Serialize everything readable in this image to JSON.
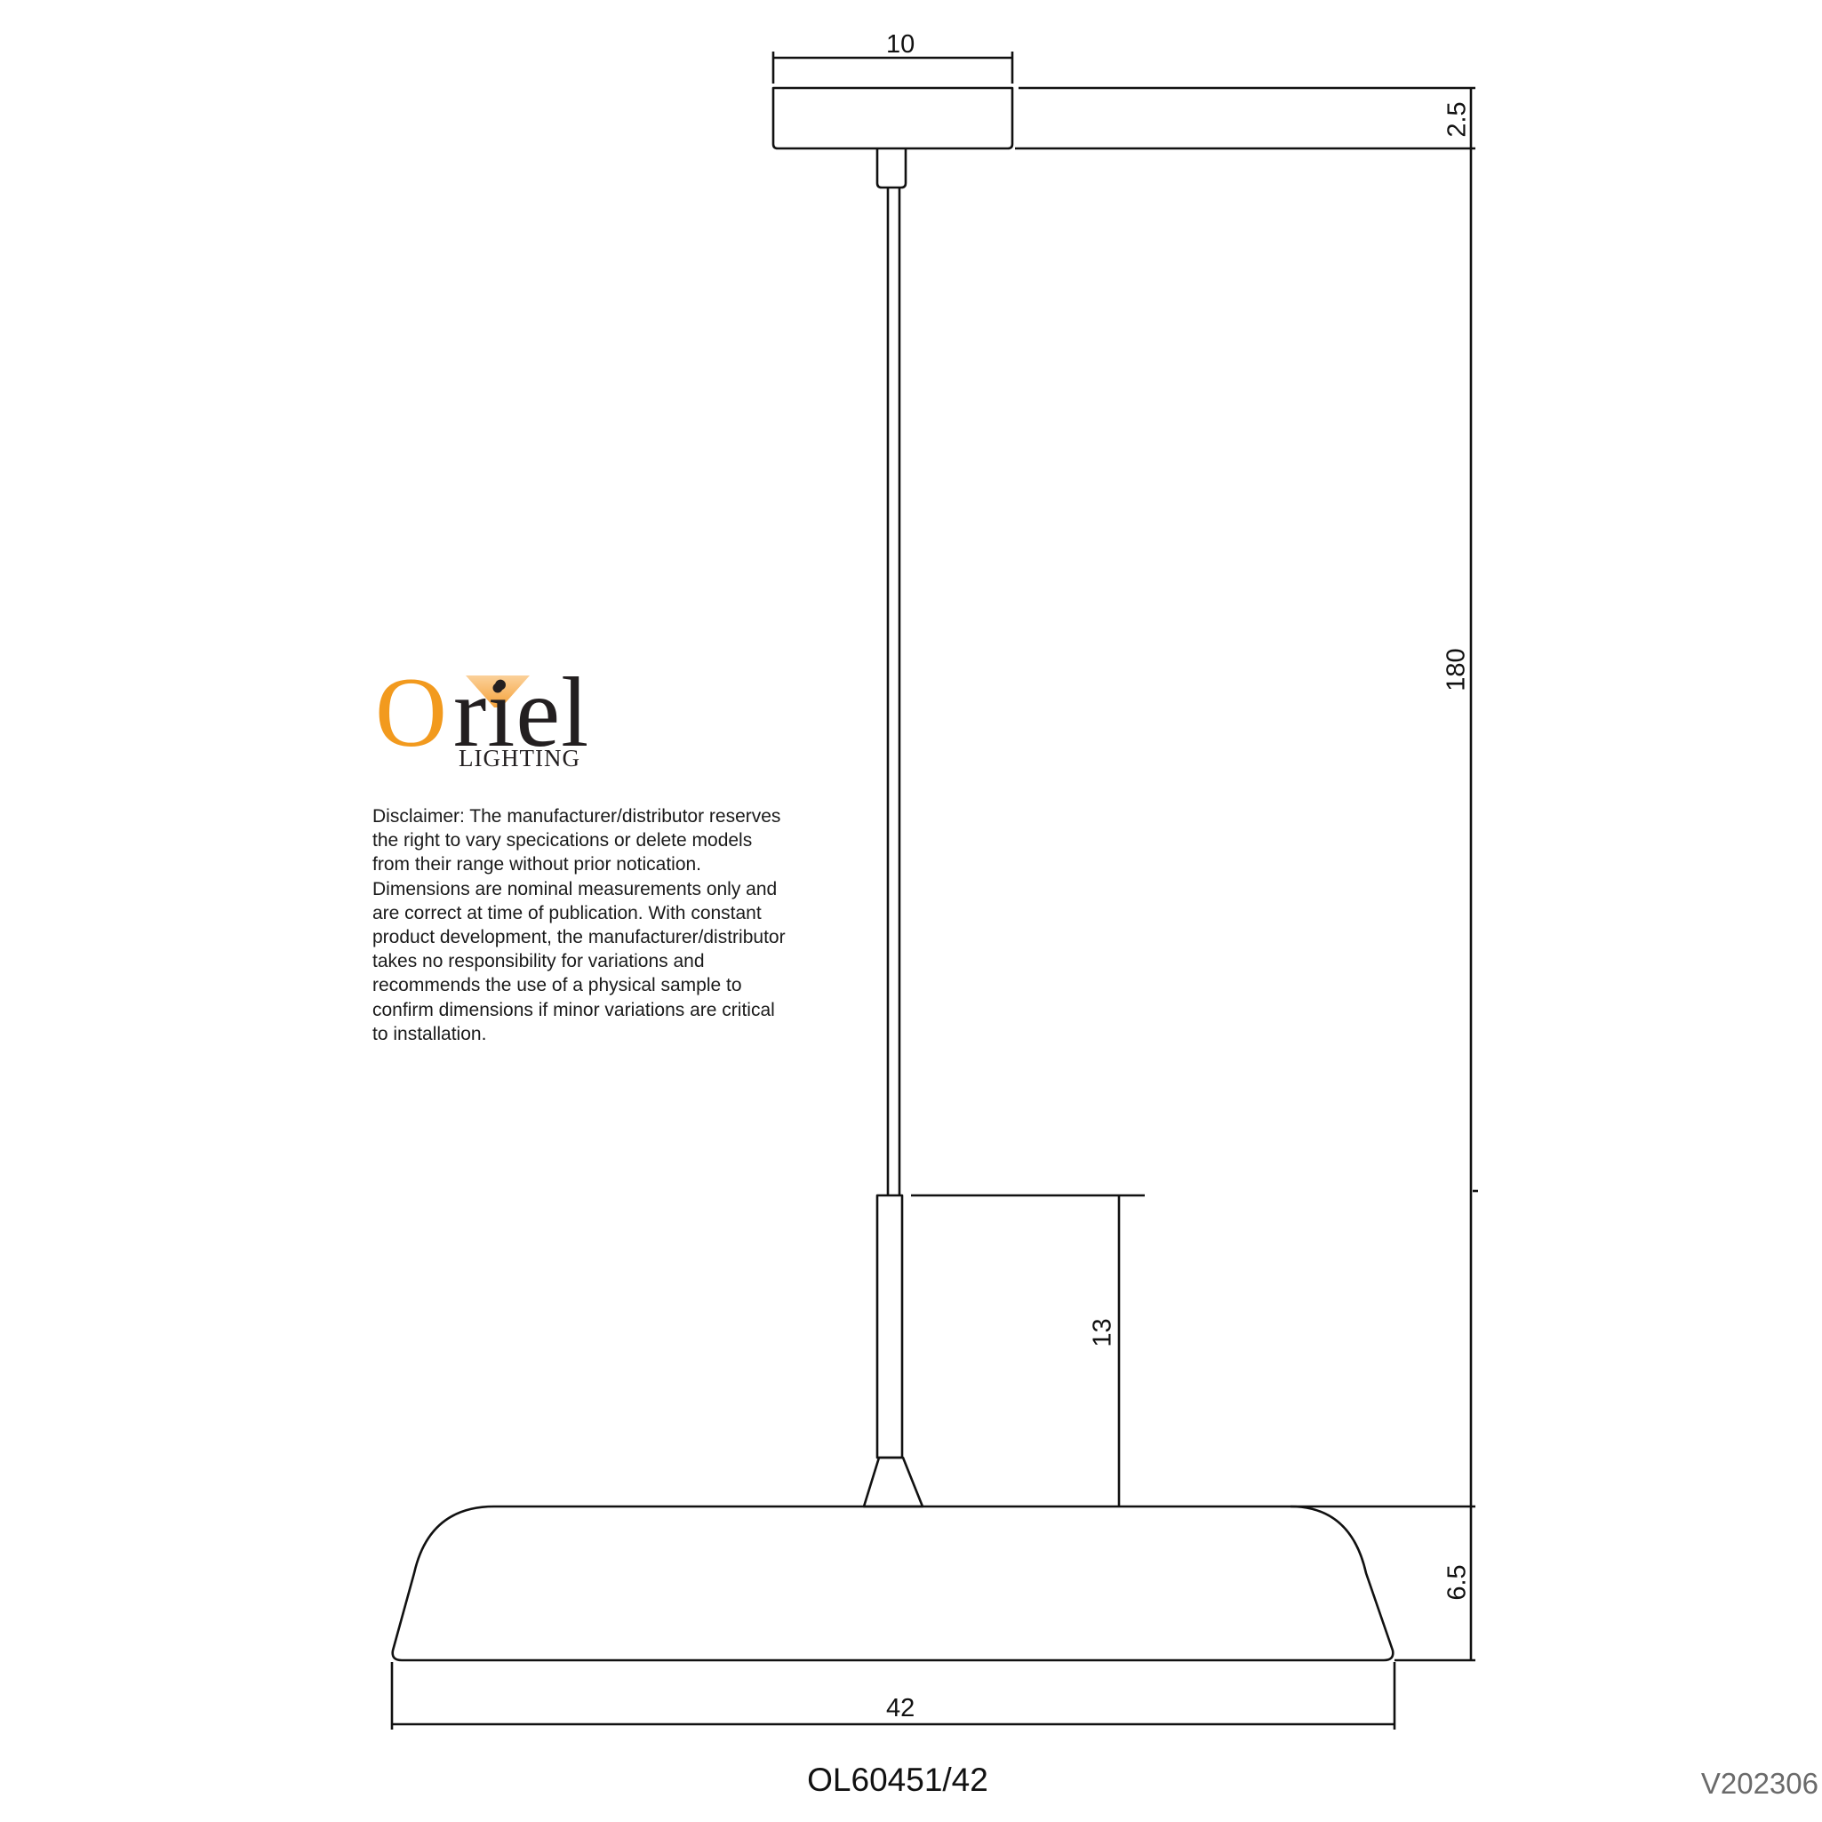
{
  "brand": {
    "name_first_letter": "O",
    "name_rest": "riel",
    "subtitle": "LIGHTING",
    "accent_color": "#f29a1e",
    "text_color": "#231f20"
  },
  "disclaimer": {
    "lines": [
      "Disclaimer: The manufacturer/distributor reserves",
      "the right to vary specications or delete models",
      "from their range without prior notication.",
      "Dimensions are nominal measurements only and",
      "are correct at time of publication. With constant",
      "product development, the manufacturer/distributor",
      "takes no responsibility for variations and",
      "recommends the use of a physical sample to",
      "confirm dimensions if minor variations are critical",
      "to installation."
    ]
  },
  "dimensions": {
    "canopy_width": "10",
    "canopy_height": "2.5",
    "overall_drop": "180",
    "sleeve_length": "13",
    "shade_height": "6.5",
    "shade_width": "42"
  },
  "product": {
    "model": "OL60451/42",
    "version": "V202306"
  }
}
